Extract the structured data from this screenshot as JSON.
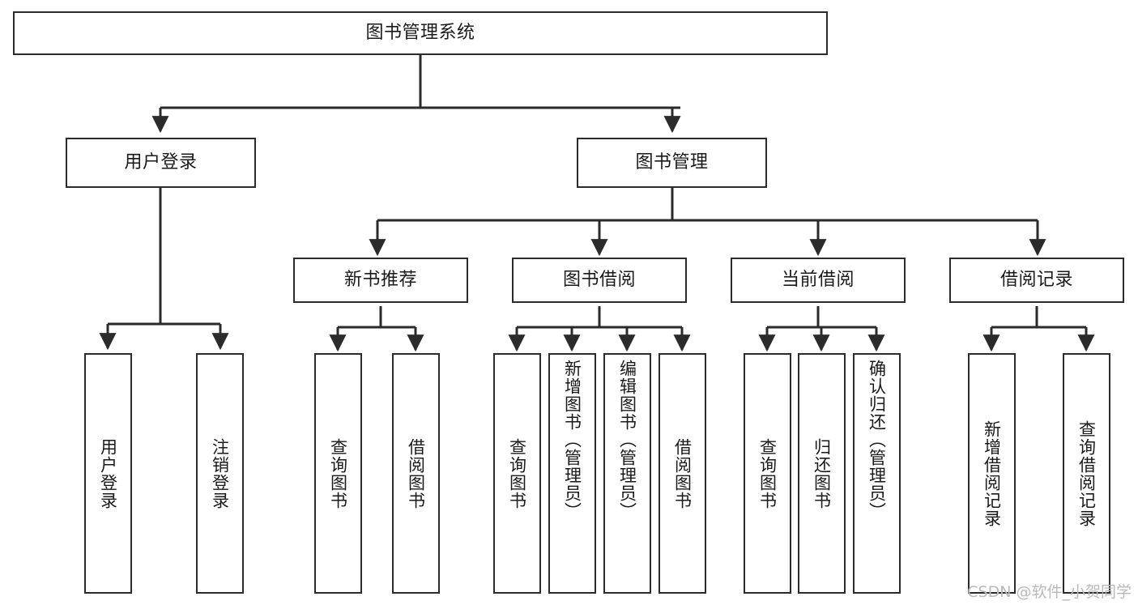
{
  "diagram": {
    "type": "tree",
    "title": "图书管理系统",
    "watermark": "CSDN @软件_小贺同学",
    "colors": {
      "stroke": "#2b2b2b",
      "fill": "#ffffff",
      "text": "#1a1a1a",
      "watermark": "#b9b9b9"
    },
    "root": {
      "label": "图书管理系统"
    },
    "level2": [
      {
        "id": "user-login",
        "label": "用户登录"
      },
      {
        "id": "book-manage",
        "label": "图书管理"
      }
    ],
    "level3": [
      {
        "id": "new-book-recommend",
        "label": "新书推荐"
      },
      {
        "id": "book-borrow",
        "label": "图书借阅"
      },
      {
        "id": "current-borrow",
        "label": "当前借阅"
      },
      {
        "id": "borrow-record",
        "label": "借阅记录"
      }
    ],
    "leaves": [
      {
        "id": "leaf-user-login",
        "parent": "user-login",
        "label": "用户登录"
      },
      {
        "id": "leaf-logout-login",
        "parent": "user-login",
        "label": "注销登录"
      },
      {
        "id": "leaf-query-book-1",
        "parent": "new-book-recommend",
        "label": "查询图书"
      },
      {
        "id": "leaf-borrow-book-1",
        "parent": "new-book-recommend",
        "label": "借阅图书"
      },
      {
        "id": "leaf-query-book-2",
        "parent": "book-borrow",
        "label": "查询图书"
      },
      {
        "id": "leaf-add-book",
        "parent": "book-borrow",
        "label": "新增图书（管理员）"
      },
      {
        "id": "leaf-edit-book",
        "parent": "book-borrow",
        "label": "编辑图书（管理员）"
      },
      {
        "id": "leaf-borrow-book-2",
        "parent": "book-borrow",
        "label": "借阅图书"
      },
      {
        "id": "leaf-query-book-3",
        "parent": "current-borrow",
        "label": "查询图书"
      },
      {
        "id": "leaf-return-book",
        "parent": "current-borrow",
        "label": "归还图书"
      },
      {
        "id": "leaf-confirm-return",
        "parent": "current-borrow",
        "label": "确认归还（管理员）"
      },
      {
        "id": "leaf-add-record",
        "parent": "borrow-record",
        "label": "新增借阅记录"
      },
      {
        "id": "leaf-query-record",
        "parent": "borrow-record",
        "label": "查询借阅记录"
      }
    ]
  }
}
